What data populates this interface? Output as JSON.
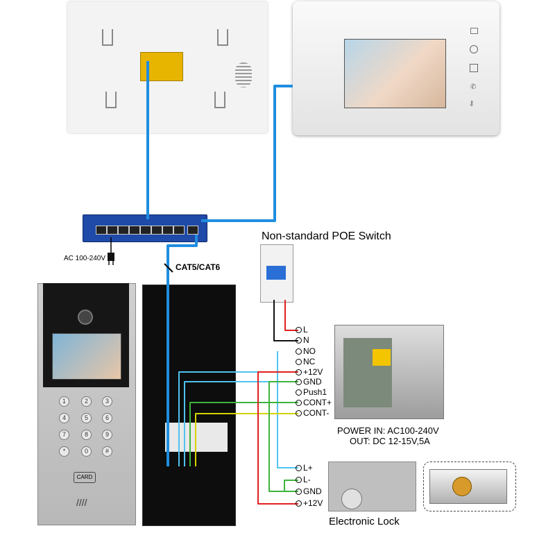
{
  "labels": {
    "poe_switch": "Non-standard POE Switch",
    "ac_input": "AC 100-240V",
    "cable": "CAT5/CAT6",
    "power_in": "POWER  IN: AC100-240V",
    "power_out": "OUT: DC 12-15V,5A",
    "electronic_lock": "Electronic Lock",
    "card": "CARD"
  },
  "terminals": {
    "psu": [
      "L",
      "N",
      "NO",
      "NC",
      "+12V",
      "GND",
      "Push1",
      "CONT+",
      "CONT-"
    ],
    "lock": [
      "L+",
      "L-",
      "GND",
      "+12V"
    ]
  },
  "keypad": [
    "1",
    "2",
    "3",
    "4",
    "5",
    "6",
    "7",
    "8",
    "9",
    "*",
    "0",
    "#"
  ],
  "colors": {
    "network_cable": "#1f8de0",
    "wire_red": "#e02020",
    "wire_black": "#111111",
    "wire_green": "#3cb43c",
    "wire_yellow": "#d4d400",
    "wire_cyan": "#4fc3f0"
  }
}
